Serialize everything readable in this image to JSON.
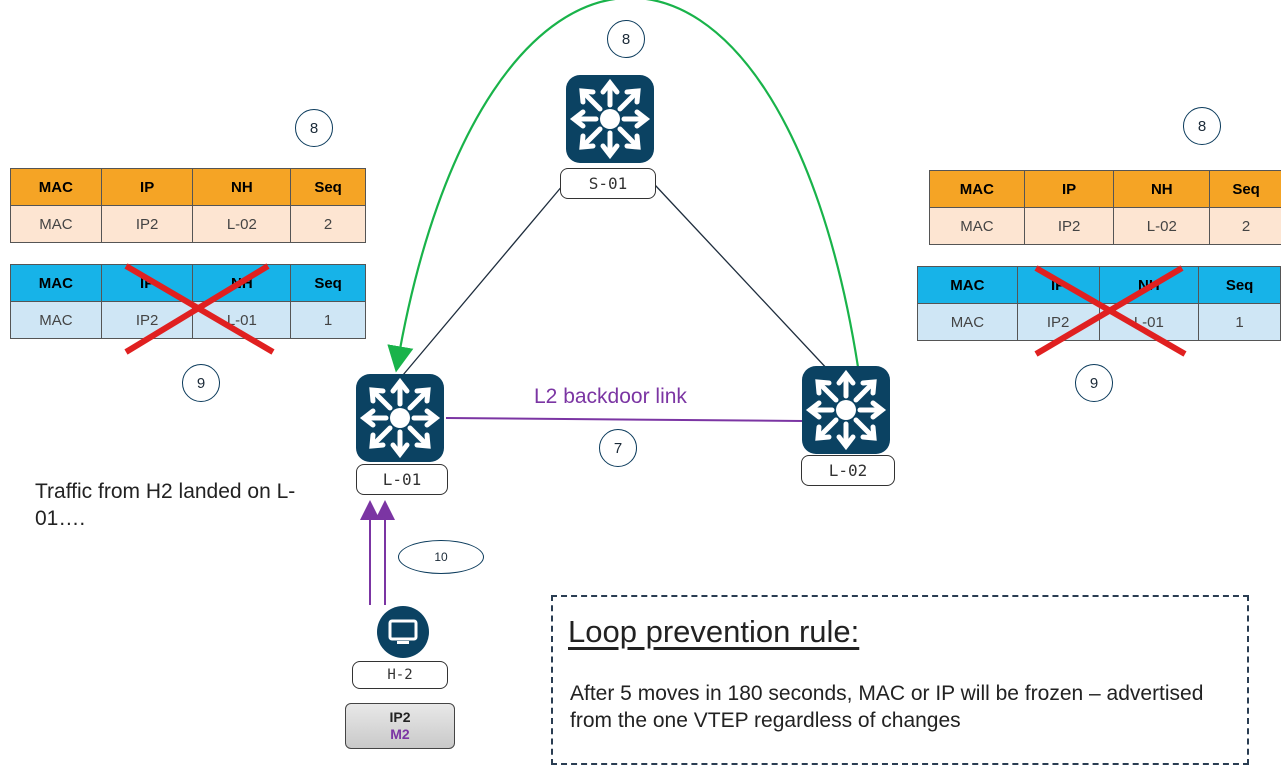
{
  "nodes": {
    "spine": "S-01",
    "leaf1": "L-01",
    "leaf2": "L-02",
    "host": "H-2"
  },
  "host_addr": {
    "ip": "IP2",
    "mac": "M2",
    "mac_color": "#7b35a3"
  },
  "link_label": "L2 backdoor link",
  "steps": {
    "top": "8",
    "left_top": "8",
    "right_top": "8",
    "left_bottom": "9",
    "right_bottom": "9",
    "link": "7",
    "host": "10"
  },
  "table_headers": [
    "MAC",
    "IP",
    "NH",
    "Seq"
  ],
  "left_tables": {
    "current": [
      "MAC",
      "IP2",
      "L-02",
      "2"
    ],
    "stale": [
      "MAC",
      "IP2",
      "L-01",
      "1"
    ]
  },
  "right_tables": {
    "current": [
      "MAC",
      "IP2",
      "L-02",
      "2"
    ],
    "stale": [
      "MAC",
      "IP2",
      "L-01",
      "1"
    ]
  },
  "traffic_note": "Traffic from H2 landed on L-01….",
  "rule": {
    "title": "Loop prevention rule:",
    "body": "After 5 moves in 180 seconds, MAC or IP will be frozen – advertised from the one VTEP regardless of changes"
  },
  "colors": {
    "switch": "#0b4262",
    "green_arrow": "#19b34a",
    "purple": "#7b35a3",
    "red_x": "#e02020",
    "header_orange": "#f5a425",
    "header_blue": "#17b3e8"
  }
}
